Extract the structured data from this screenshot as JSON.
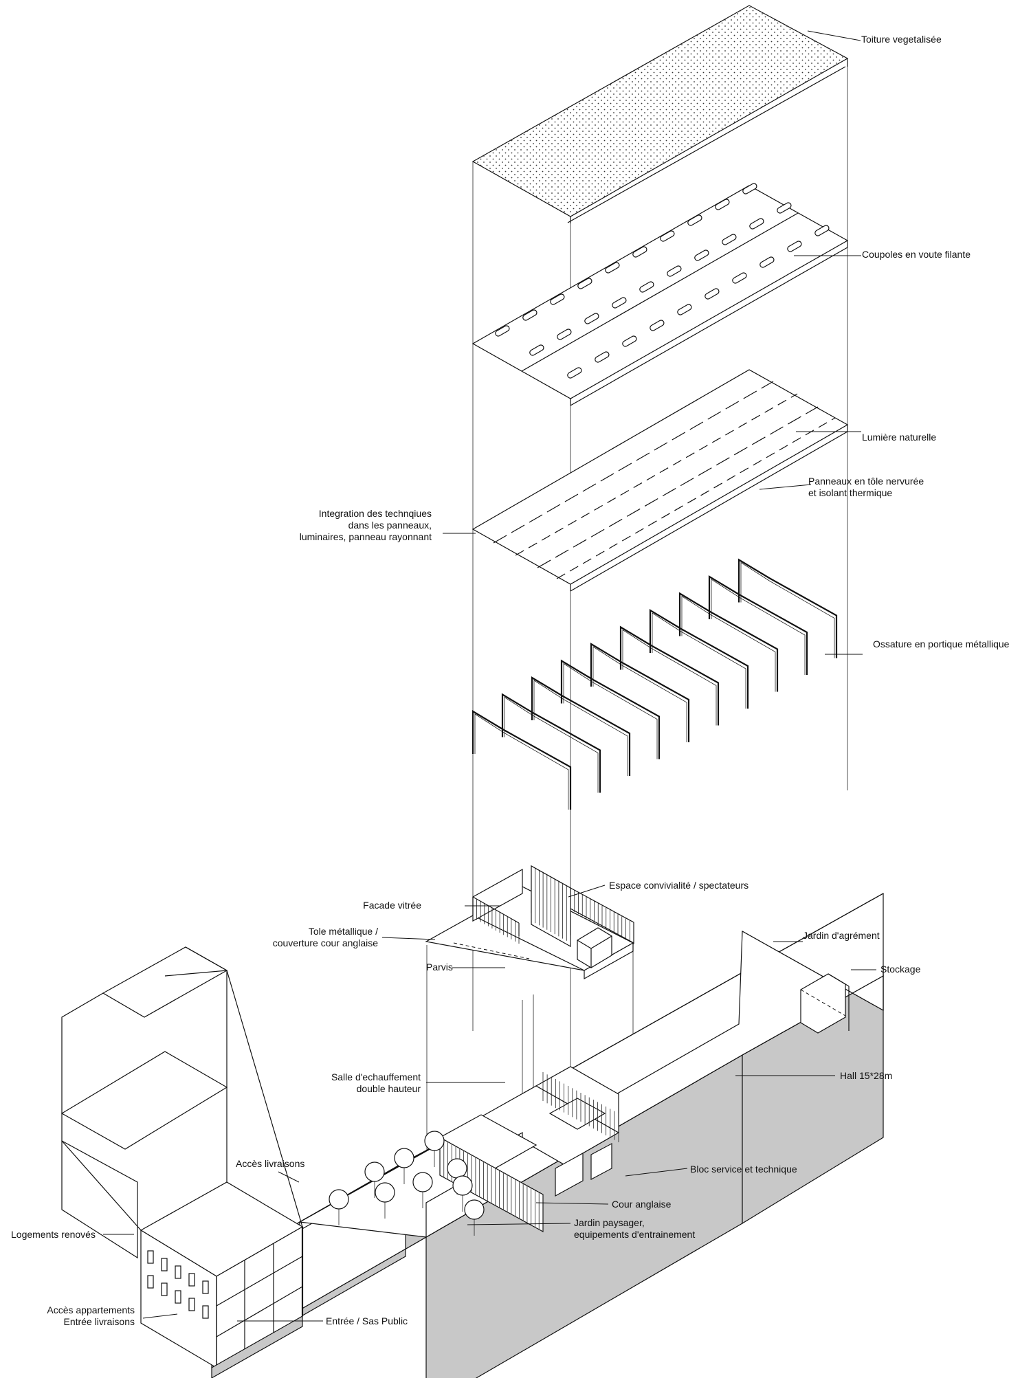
{
  "labels": {
    "toiture": "Toiture vegetalisée",
    "coupoles": "Coupoles en voute filante",
    "lumiere": "Lumière naturelle",
    "panneaux_l1": "Panneaux en tôle nervurée",
    "panneaux_l2": "et isolant thermique",
    "integration_l1": "Integration des technqiues",
    "integration_l2": "dans les panneaux,",
    "integration_l3": "luminaires, panneau rayonnant",
    "ossature": "Ossature en portique métallique",
    "espace": "Espace convivialité / spectateurs",
    "facade": "Facade vitrée",
    "tole_l1": "Tole métallique /",
    "tole_l2": "couverture cour anglaise",
    "jardin_agrement": "Jardin d'agrément",
    "stockage": "Stockage",
    "parvis": "Parvis",
    "hall": "Hall 15*28m",
    "salle_l1": "Salle d'echauffement",
    "salle_l2": "double hauteur",
    "acces_livraisons": "Accès livraisons",
    "bloc": "Bloc service et technique",
    "cour": "Cour anglaise",
    "jardin_paysager_l1": "Jardin paysager,",
    "jardin_paysager_l2": "equipements d'entrainement",
    "logements": "Logements renovés",
    "acces_appart_l1": "Accès appartements",
    "acces_appart_l2": "Entrée livraisons",
    "entree": "Entrée / Sas Public"
  },
  "portal_frames": 10,
  "colors": {
    "line": "#111111",
    "shade": "#c8c8c8",
    "background": "#ffffff"
  }
}
